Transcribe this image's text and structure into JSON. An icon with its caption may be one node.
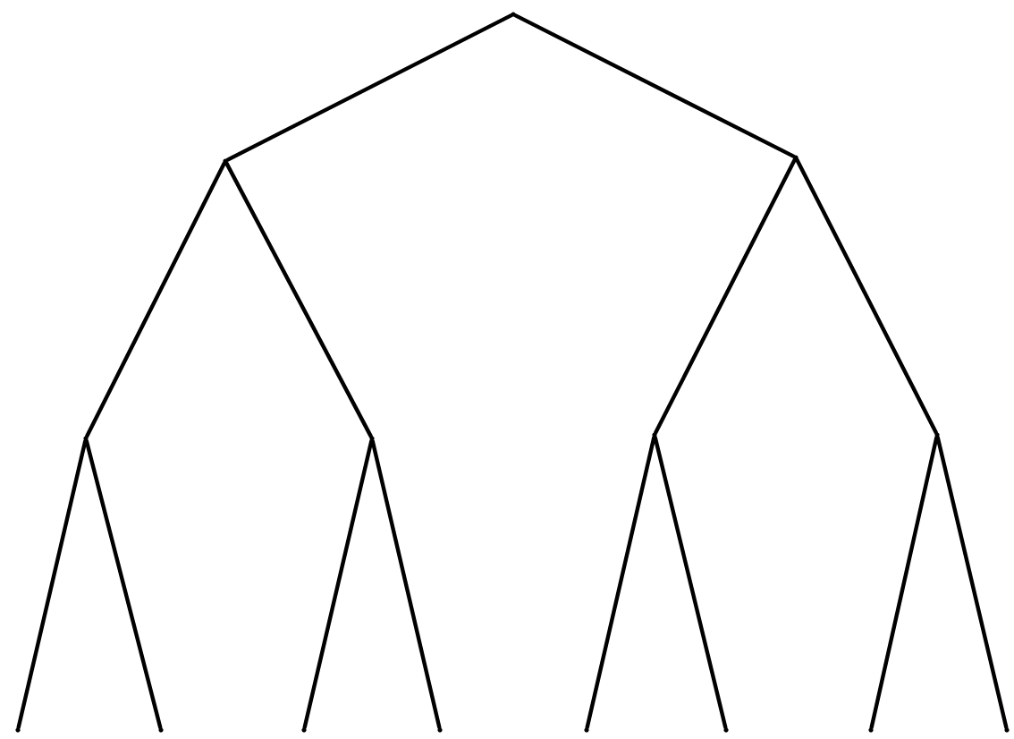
{
  "diagram": {
    "nodes": [
      {
        "text": [],
        "shape": "point"
      },
      {
        "text": [],
        "shape": "point"
      },
      {
        "text": [],
        "shape": "point"
      },
      {
        "text": [],
        "shape": "point"
      },
      {
        "text": [],
        "shape": "point"
      },
      {
        "text": [],
        "shape": "point"
      },
      {
        "text": [],
        "shape": "point"
      },
      {
        "text": [],
        "shape": "point"
      },
      {
        "text": [],
        "shape": "point"
      },
      {
        "text": [],
        "shape": "point"
      },
      {
        "text": [],
        "shape": "point"
      },
      {
        "text": [],
        "shape": "point"
      },
      {
        "text": [],
        "shape": "point"
      },
      {
        "text": [],
        "shape": "point"
      },
      {
        "text": [],
        "shape": "point"
      }
    ],
    "edges": [
      {
        "from": 0,
        "to": 1,
        "arrow": "none"
      },
      {
        "from": 0,
        "to": 2,
        "arrow": "none"
      },
      {
        "from": 1,
        "to": 3,
        "arrow": "none"
      },
      {
        "from": 1,
        "to": 4,
        "arrow": "none"
      },
      {
        "from": 2,
        "to": 5,
        "arrow": "none"
      },
      {
        "from": 2,
        "to": 6,
        "arrow": "none"
      },
      {
        "from": 3,
        "to": 7,
        "arrow": "none"
      },
      {
        "from": 3,
        "to": 8,
        "arrow": "none"
      },
      {
        "from": 4,
        "to": 9,
        "arrow": "none"
      },
      {
        "from": 4,
        "to": 10,
        "arrow": "none"
      },
      {
        "from": 5,
        "to": 11,
        "arrow": "none"
      },
      {
        "from": 5,
        "to": 12,
        "arrow": "none"
      },
      {
        "from": 6,
        "to": 13,
        "arrow": "none"
      },
      {
        "from": 6,
        "to": 14,
        "arrow": "none"
      }
    ]
  }
}
